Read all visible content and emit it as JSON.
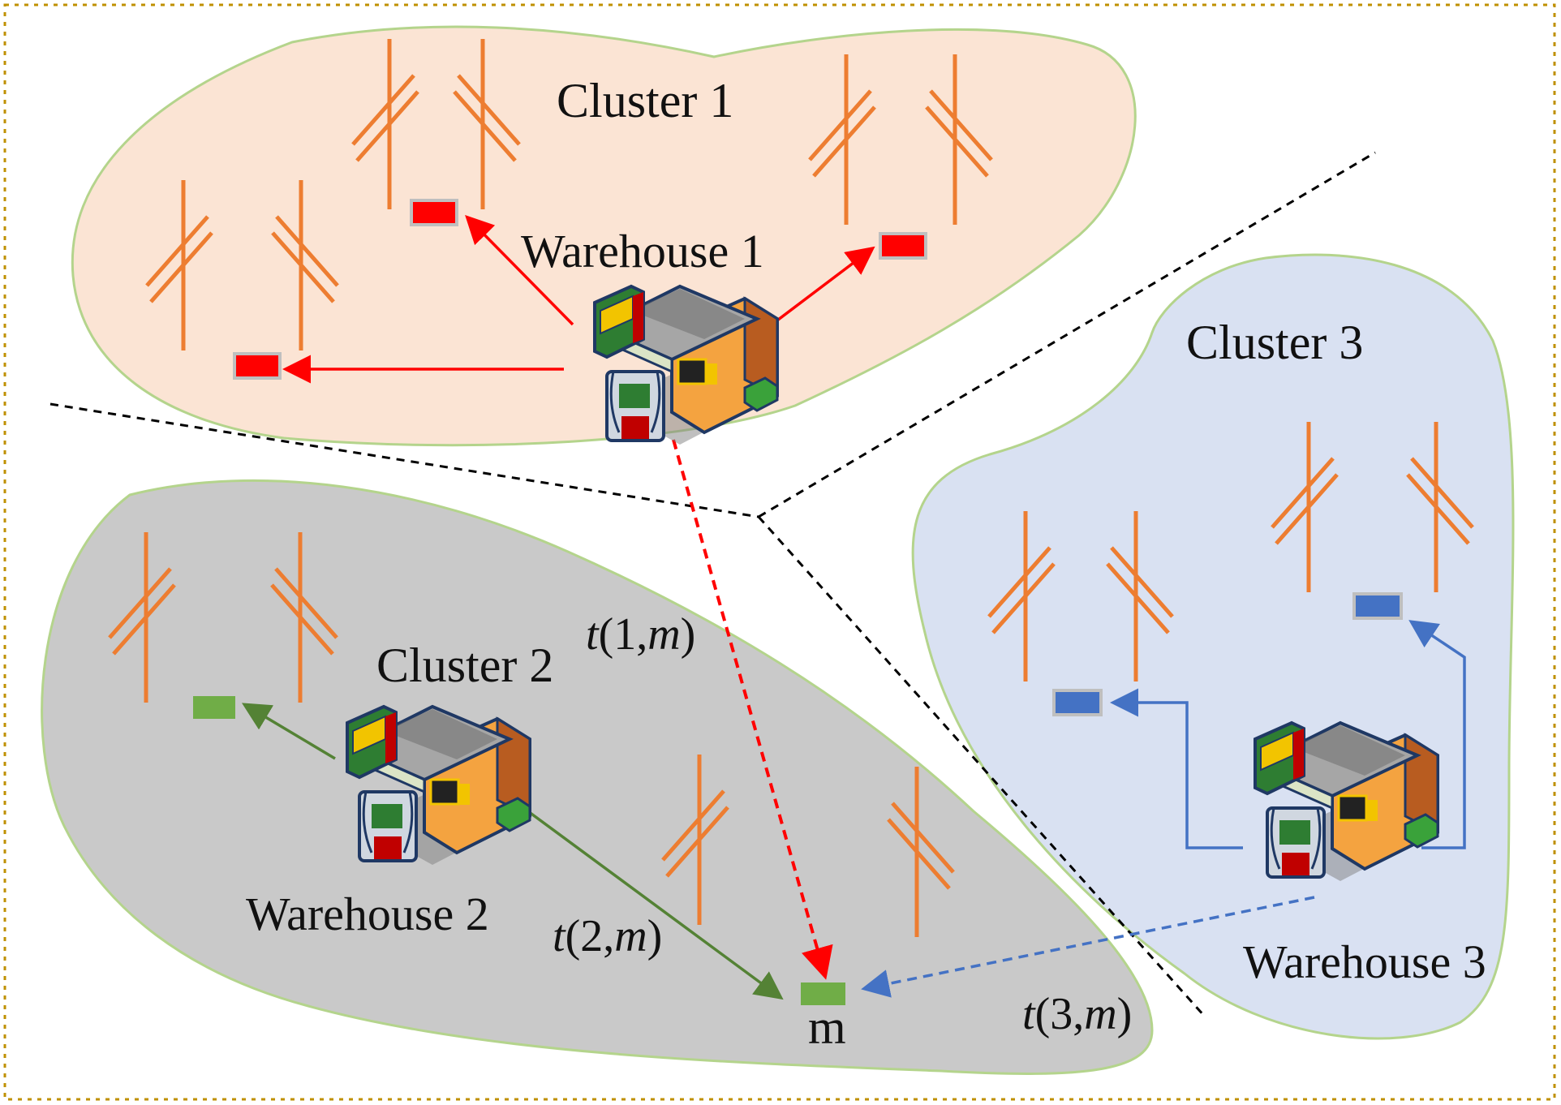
{
  "clusters": [
    {
      "label": "Cluster 1",
      "fill": "#fbe4d4",
      "demand_color": "#ff0000"
    },
    {
      "label": "Cluster 2",
      "fill": "#c9c9c9",
      "demand_color": "#70ad47"
    },
    {
      "label": "Cluster 3",
      "fill": "#d9e1f2",
      "demand_color": "#4472c4"
    }
  ],
  "warehouses": [
    {
      "label": "Warehouse 1",
      "route_color": "#ff0000"
    },
    {
      "label": "Warehouse 2",
      "route_color": "#548235"
    },
    {
      "label": "Warehouse 3",
      "route_color": "#4472c4"
    }
  ],
  "demand_point": {
    "label": "m"
  },
  "travel_times": [
    {
      "func": "t",
      "a": "1",
      "b": "m"
    },
    {
      "func": "t",
      "a": "2",
      "b": "m"
    },
    {
      "func": "t",
      "a": "3",
      "b": "m"
    }
  ],
  "colors": {
    "tower": "#ed7d31",
    "cluster_border": "#b4d48c",
    "frame": "#bf9000",
    "boundary": "#000000"
  },
  "icons": {
    "warehouse": "gas-station-store-icon",
    "tower": "wind-turbine-icon"
  }
}
